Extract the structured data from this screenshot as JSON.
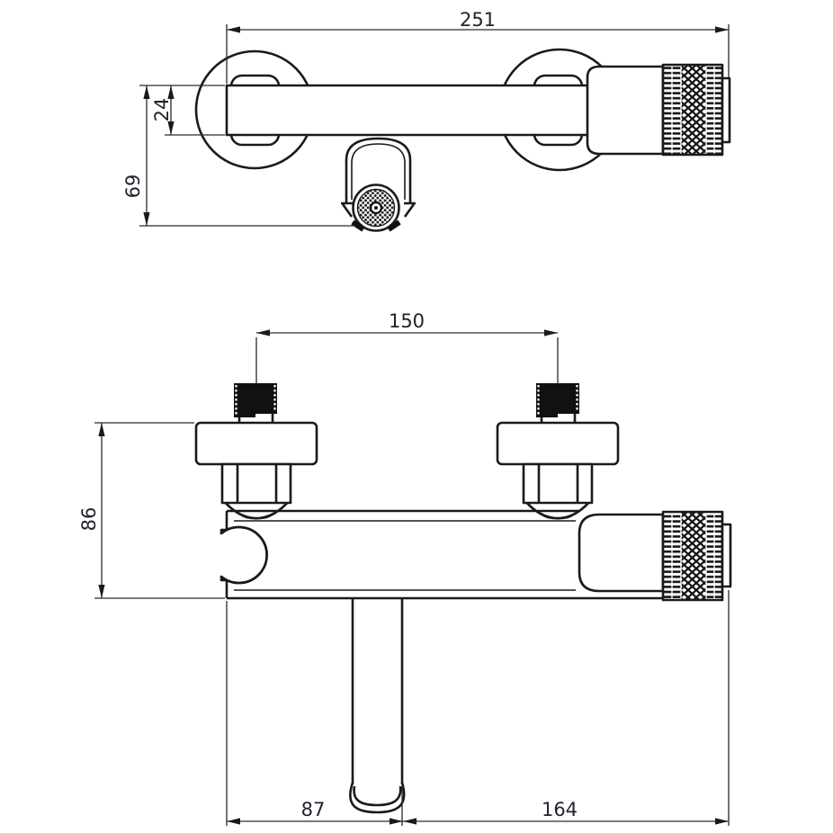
{
  "drawing": {
    "description": "Two-view dimensioned technical line drawing of a wall-mounted single-lever bath mixer tap with knurled handle, wall rosettes, spout aerator and hand-shower hook",
    "views": {
      "top": "top view",
      "front": "front view"
    },
    "colors": {
      "line": "#1a1a1a",
      "dimension_line": "#2a2a2a",
      "dimension_text": "#20242e",
      "background": "#ffffff"
    }
  },
  "dims": {
    "overall_width": {
      "label": "251"
    },
    "body_thickness": {
      "label": "24"
    },
    "spout_projection": {
      "label": "69"
    },
    "connection_centers": {
      "label": "150"
    },
    "body_drop": {
      "label": "86"
    },
    "spout_offset": {
      "label": "87"
    },
    "handle_offset": {
      "label": "164"
    }
  }
}
